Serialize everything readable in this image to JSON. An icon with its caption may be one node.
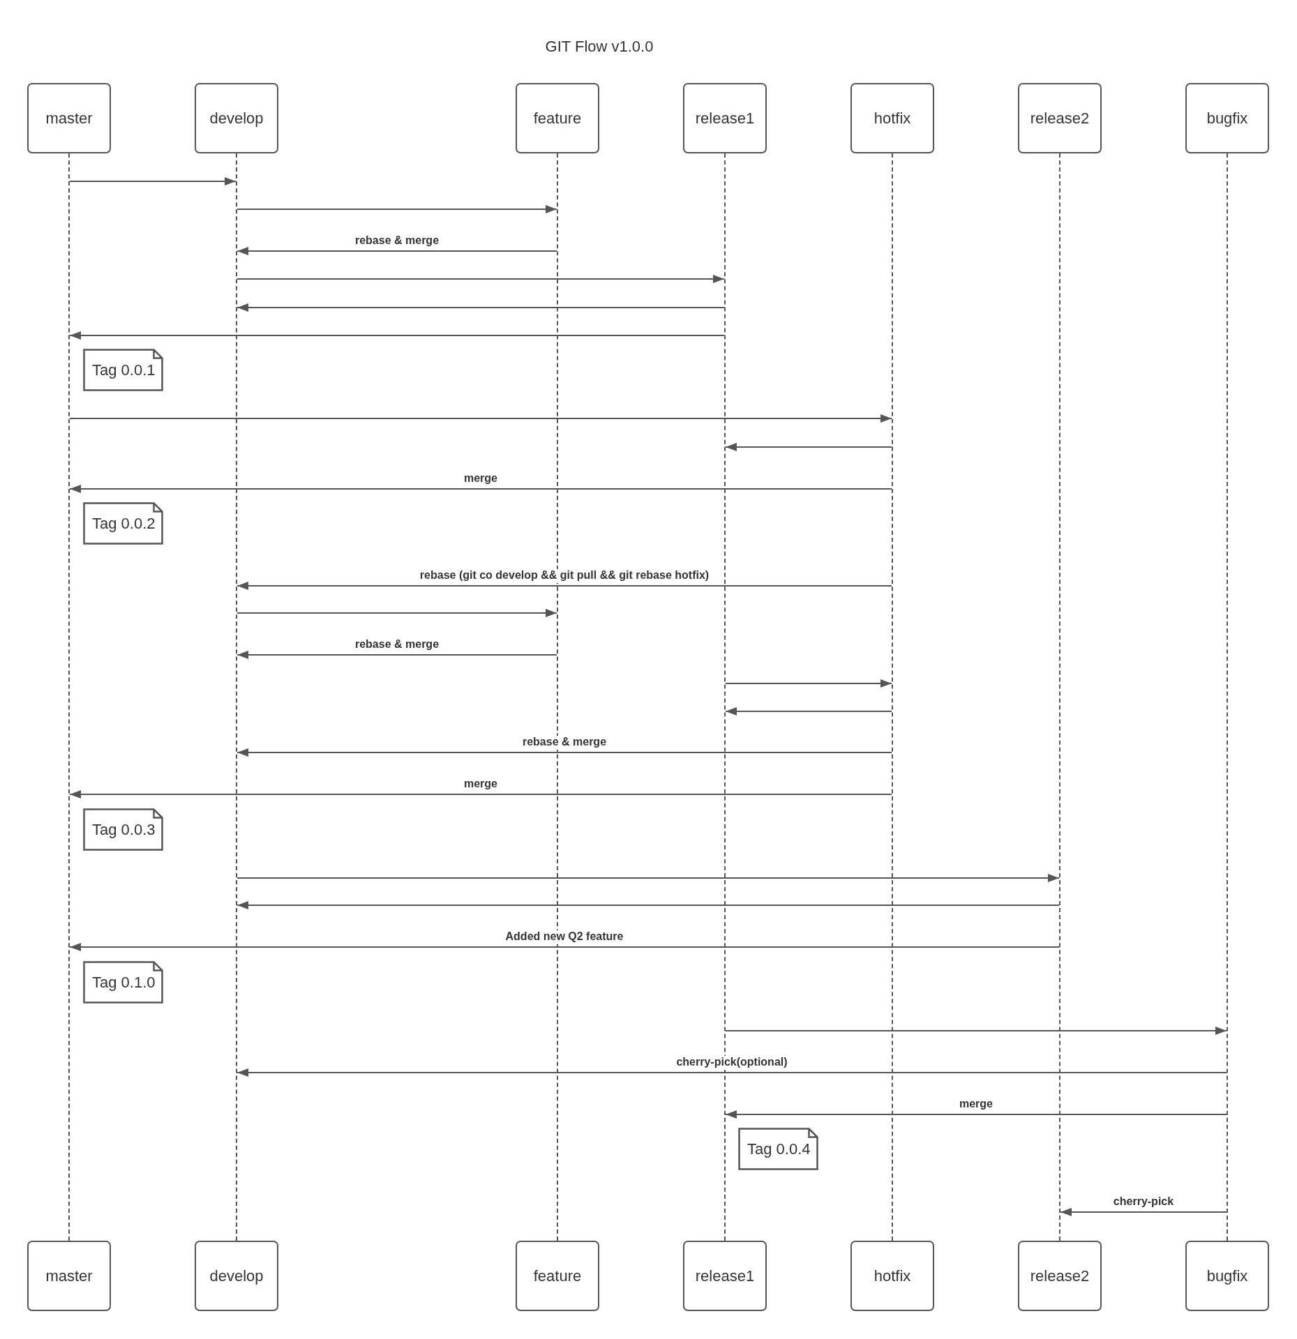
{
  "diagram": {
    "title": "GIT Flow v1.0.0",
    "nodes": [
      {
        "text": [
          "master"
        ]
      },
      {
        "text": [
          "develop"
        ]
      },
      {
        "text": [
          "feature"
        ]
      },
      {
        "text": [
          "release1"
        ]
      },
      {
        "text": [
          "hotfix"
        ]
      },
      {
        "text": [
          "release2"
        ]
      },
      {
        "text": [
          "bugfix"
        ]
      },
      {
        "text": [],
        "shape": "line"
      },
      {
        "text": [],
        "shape": "line"
      },
      {
        "text": [],
        "shape": "line"
      },
      {
        "text": [],
        "shape": "line"
      },
      {
        "text": [],
        "shape": "line"
      },
      {
        "text": [],
        "shape": "line"
      },
      {
        "text": [],
        "shape": "line"
      },
      {
        "text": [
          "Tag 0.0.1"
        ]
      },
      {
        "text": [
          "Tag 0.0.2"
        ]
      },
      {
        "text": [
          "Tag 0.0.3"
        ]
      },
      {
        "text": [
          "Tag 0.1.0"
        ]
      },
      {
        "text": [
          "Tag 0.0.4"
        ]
      },
      {
        "text": [
          "master"
        ]
      },
      {
        "text": [
          "develop"
        ]
      },
      {
        "text": [
          "feature"
        ]
      },
      {
        "text": [
          "release1"
        ]
      },
      {
        "text": [
          "hotfix"
        ]
      },
      {
        "text": [
          "release2"
        ]
      },
      {
        "text": [
          "bugfix"
        ]
      }
    ],
    "edges": [
      {
        "from": 7,
        "to": 8,
        "arrow": "to"
      },
      {
        "from": 8,
        "to": 9,
        "arrow": "to"
      },
      {
        "from": 9,
        "to": 8,
        "arrow": "to",
        "label": "rebase & merge"
      },
      {
        "from": 8,
        "to": 10,
        "arrow": "to"
      },
      {
        "from": 10,
        "to": 8,
        "arrow": "to"
      },
      {
        "from": 10,
        "to": 7,
        "arrow": "to"
      },
      {
        "from": 7,
        "to": 11,
        "arrow": "to"
      },
      {
        "from": 11,
        "to": 10,
        "arrow": "to"
      },
      {
        "from": 11,
        "to": 7,
        "arrow": "to",
        "label": "merge"
      },
      {
        "from": 11,
        "to": 8,
        "arrow": "to",
        "label": "rebase (git co develop && git pull && git rebase hotfix)"
      },
      {
        "from": 8,
        "to": 9,
        "arrow": "to"
      },
      {
        "from": 9,
        "to": 8,
        "arrow": "to",
        "label": "rebase & merge"
      },
      {
        "from": 10,
        "to": 11,
        "arrow": "to"
      },
      {
        "from": 11,
        "to": 10,
        "arrow": "to"
      },
      {
        "from": 11,
        "to": 8,
        "arrow": "to",
        "label": "rebase & merge"
      },
      {
        "from": 11,
        "to": 7,
        "arrow": "to",
        "label": "merge"
      },
      {
        "from": 8,
        "to": 12,
        "arrow": "to"
      },
      {
        "from": 12,
        "to": 8,
        "arrow": "to"
      },
      {
        "from": 12,
        "to": 7,
        "arrow": "to",
        "label": "Added new Q2 feature"
      },
      {
        "from": 10,
        "to": 13,
        "arrow": "to"
      },
      {
        "from": 13,
        "to": 8,
        "arrow": "to",
        "label": "cherry-pick(optional)"
      },
      {
        "from": 13,
        "to": 10,
        "arrow": "to",
        "label": "merge"
      },
      {
        "from": 13,
        "to": 12,
        "arrow": "to",
        "label": "cherry-pick"
      }
    ]
  }
}
